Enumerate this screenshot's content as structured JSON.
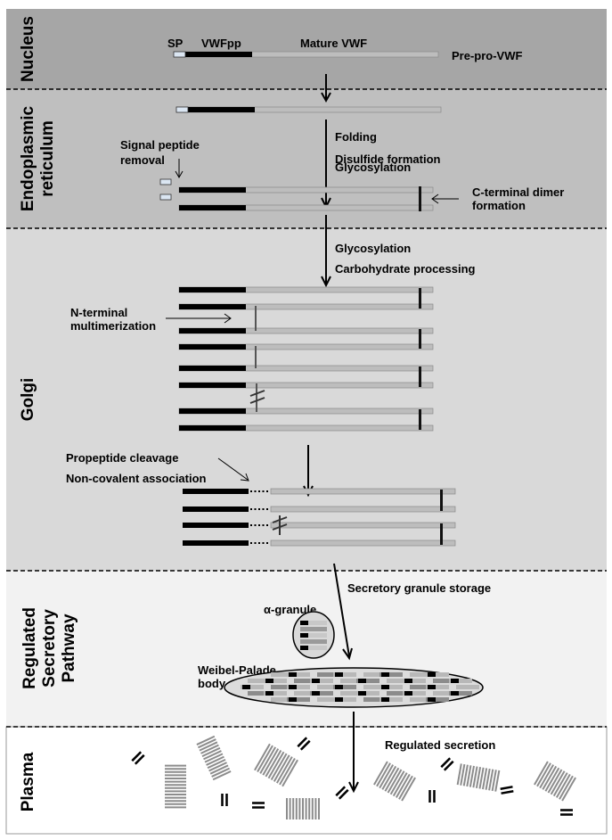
{
  "title": "VWF biosynthesis and secretion pathway",
  "colors": {
    "nucleus_bg": "#a6a6a6",
    "er_bg": "#bfbfbf",
    "golgi_bg": "#d9d9d9",
    "regulated_bg": "#f2f2f2",
    "plasma_bg": "#ffffff",
    "propeptide": "#000000",
    "mature": "#bdbdbd",
    "signal_peptide": "#dbe6f2",
    "bond": "#111111"
  },
  "compartments": [
    {
      "id": "nucleus",
      "label": "Nucleus"
    },
    {
      "id": "er",
      "label": "Endoplasmic reticulum",
      "lines": [
        "Endoplasmic",
        "reticulum"
      ]
    },
    {
      "id": "golgi",
      "label": "Golgi"
    },
    {
      "id": "regulated",
      "label": "Regulated Secretory Pathway",
      "lines": [
        "Regulated",
        "Secretory",
        "Pathway"
      ]
    },
    {
      "id": "plasma",
      "label": "Plasma"
    }
  ],
  "nucleus": {
    "sp_label": "SP",
    "propeptide_label": "VWFpp",
    "mature_label": "Mature VWF",
    "molecule_label": "Pre-pro-VWF"
  },
  "er": {
    "step_labels": [
      "Folding",
      "Disulfide formation",
      "Glycosylation"
    ],
    "signal_removal_lines": [
      "Signal peptide",
      "removal"
    ],
    "dimer_lines": [
      "C-terminal dimer",
      "formation"
    ]
  },
  "golgi": {
    "step_labels": [
      "Glycosylation",
      "Carbohydrate processing"
    ],
    "multimer_lines": [
      "N-terminal",
      "multimerization"
    ],
    "cleavage_labels": [
      "Propeptide cleavage",
      "Non-covalent association"
    ]
  },
  "regulated": {
    "storage_label": "Secretory granule storage",
    "alpha_granule_label": "α-granule",
    "wpb_lines": [
      "Weibel-Palade",
      "body"
    ]
  },
  "plasma": {
    "secretion_label": "Regulated secretion"
  }
}
